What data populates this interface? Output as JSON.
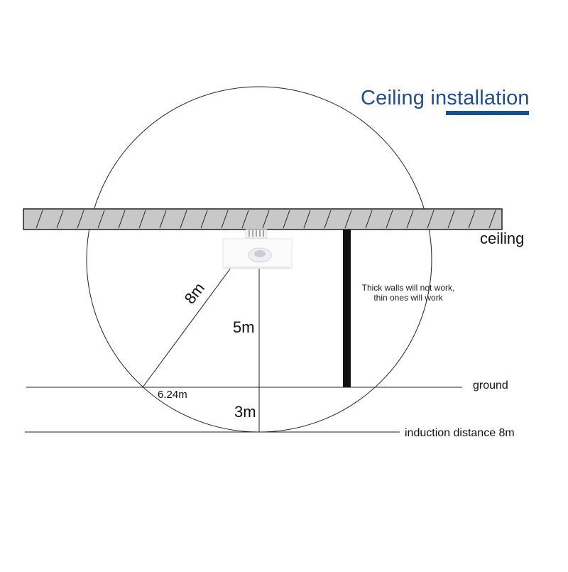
{
  "title": "Ceiling installation",
  "labels": {
    "ceiling": "ceiling",
    "ground": "ground",
    "induction": "induction distance 8m",
    "height": "5m",
    "below_ground": "3m",
    "radius": "8m",
    "ground_radius": "6.24m",
    "wall_note_line1": "Thick walls will not work,",
    "wall_note_line2": "thin ones will work"
  },
  "colors": {
    "title": "#1f4e8c",
    "ceiling_fill": "#c8c8c8",
    "lines": "#222222",
    "wall": "#111111"
  },
  "icons": {
    "sensor": "ceiling-pir-sensor-icon"
  }
}
